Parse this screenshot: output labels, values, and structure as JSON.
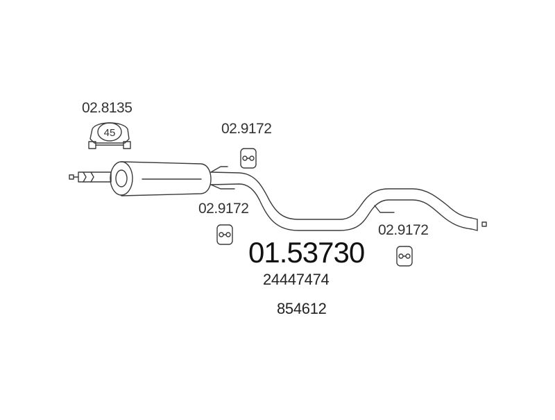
{
  "diagram": {
    "part_number": "01.53730",
    "oe_number_1": "24447474",
    "oe_number_2": "854612",
    "clamp": {
      "code": "02.8135",
      "size": "45"
    },
    "hangers": [
      {
        "code": "02.9172"
      },
      {
        "code": "02.9172"
      },
      {
        "code": "02.9172"
      }
    ]
  }
}
